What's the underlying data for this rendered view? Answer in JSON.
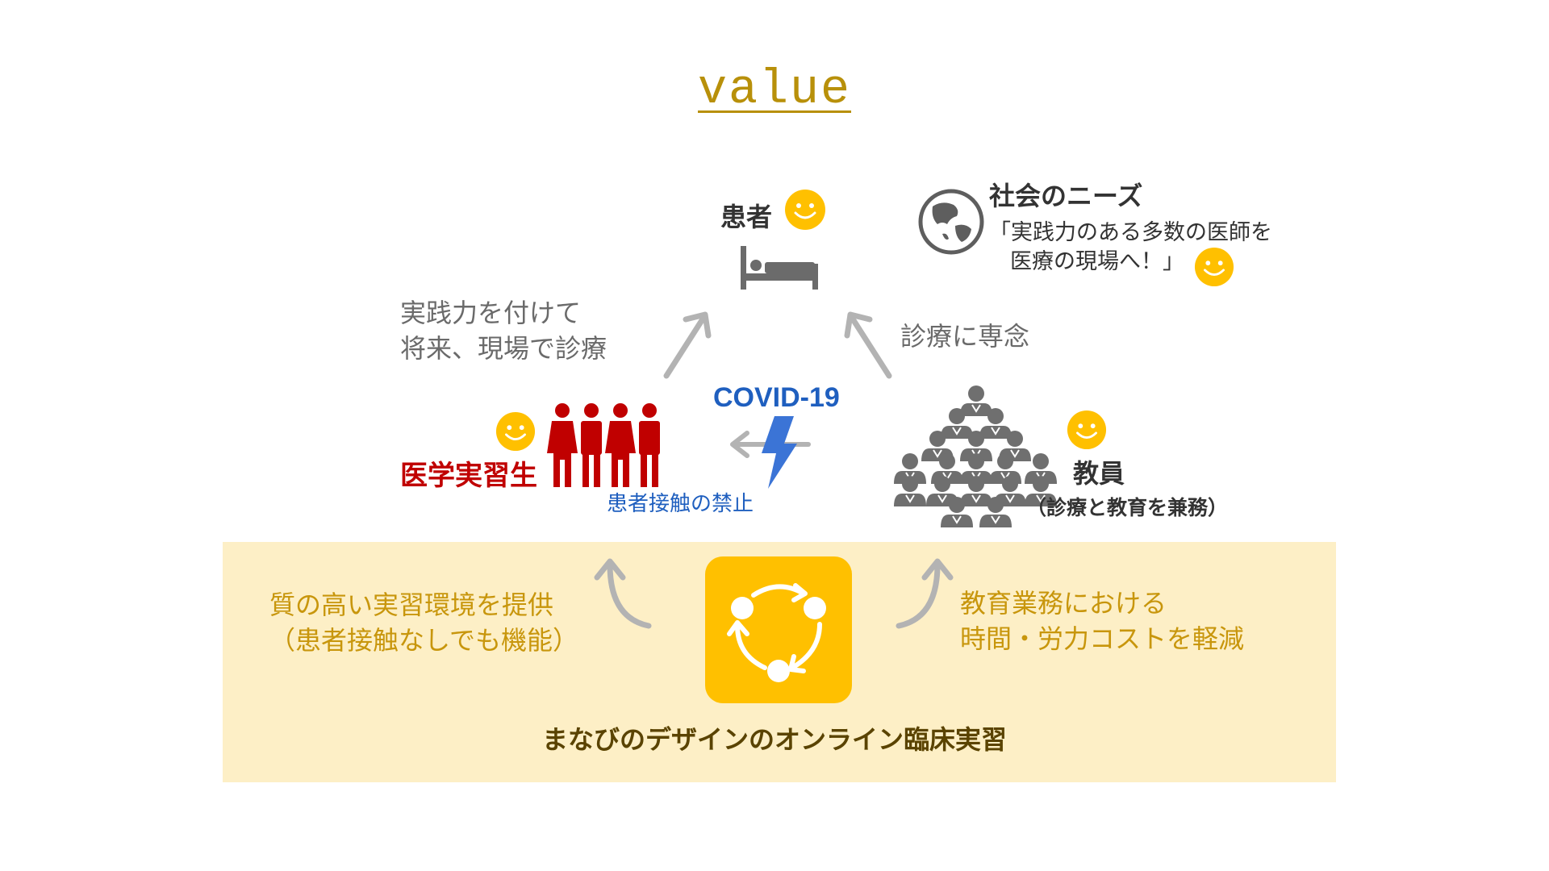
{
  "title": "value",
  "patient": {
    "label": "患者",
    "icons": [
      "smiley-icon",
      "bed-icon"
    ]
  },
  "society": {
    "title": "社会のニーズ",
    "line1": "「実践力のある多数の医師を",
    "line2": "医療の現場へ！」",
    "icons": [
      "globe-icon",
      "smiley-icon"
    ]
  },
  "left_caption": {
    "line1": "実践力を付けて",
    "line2": "将来、現場で診療"
  },
  "right_caption": "診療に専念",
  "students": {
    "label": "医学実習生",
    "icons": [
      "smiley-icon",
      "people-red-icon"
    ]
  },
  "covid": {
    "label": "COVID-19",
    "sub": "患者接触の禁止",
    "icons": [
      "lightning-icon",
      "arrow-left-icon"
    ]
  },
  "faculty": {
    "label": "教員",
    "sub": "（診療と教育を兼務）",
    "icons": [
      "doctors-crowd-icon",
      "smiley-icon"
    ]
  },
  "bottom": {
    "left_line1": "質の高い実習環境を提供",
    "left_line2": "（患者接触なしでも機能）",
    "right_line1": "教育業務における",
    "right_line2": "時間・労力コストを軽減",
    "center_label": "まなびのデザインのオンライン臨床実習",
    "icons": [
      "cycle-app-icon",
      "curved-arrow-up-icon"
    ]
  },
  "colors": {
    "gold": "#c8960c",
    "yellow": "#ffc000",
    "red": "#c00000",
    "blue": "#1f5fbf",
    "gray": "#6a6a6a",
    "band": "#fdefc6"
  }
}
